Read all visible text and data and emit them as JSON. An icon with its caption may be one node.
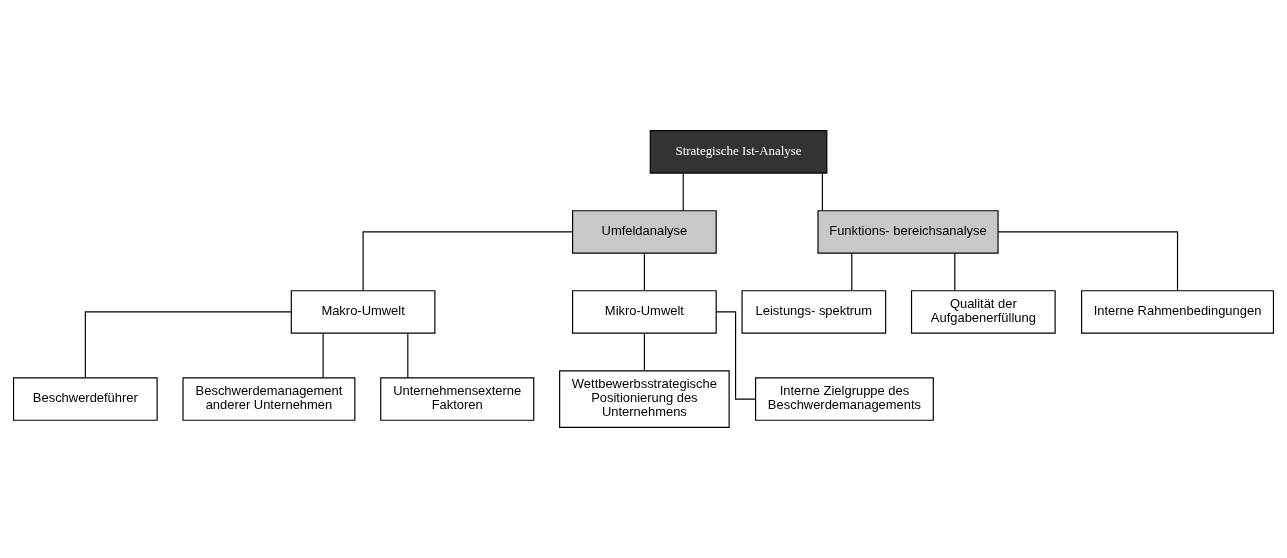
{
  "diagram": {
    "nodes": [
      {
        "text": [
          "Strategische Ist-Analyse"
        ]
      },
      {
        "text": [
          "Umfeldanalyse"
        ]
      },
      {
        "text": [
          "Funktions- bereichsanalyse"
        ]
      },
      {
        "text": [
          "Makro-Umwelt"
        ]
      },
      {
        "text": [
          "Mikro-Umwelt"
        ]
      },
      {
        "text": [
          "Leistungs- spektrum"
        ]
      },
      {
        "text": [
          "Qualität der Aufgabenerfüllung"
        ]
      },
      {
        "text": [
          "Interne Rahmenbedingungen"
        ]
      },
      {
        "text": [
          "Beschwerdeführer"
        ]
      },
      {
        "text": [
          "Beschwerdemanagement anderer Unternehmen"
        ]
      },
      {
        "text": [
          "Unternehmensexterne Faktoren"
        ]
      },
      {
        "text": [
          "Wettbewerbsstrategische Positionierung des Unternehmens"
        ]
      },
      {
        "text": [
          "Interne Zielgruppe des Beschwerdemanagements"
        ]
      }
    ],
    "edges": [
      {
        "from": 0,
        "to": 1,
        "arrow": "none"
      },
      {
        "from": 0,
        "to": 2,
        "arrow": "none"
      },
      {
        "from": 1,
        "to": 3,
        "arrow": "none"
      },
      {
        "from": 1,
        "to": 4,
        "arrow": "none"
      },
      {
        "from": 2,
        "to": 5,
        "arrow": "none"
      },
      {
        "from": 2,
        "to": 6,
        "arrow": "none"
      },
      {
        "from": 2,
        "to": 7,
        "arrow": "none"
      },
      {
        "from": 3,
        "to": 8,
        "arrow": "none"
      },
      {
        "from": 3,
        "to": 9,
        "arrow": "none"
      },
      {
        "from": 3,
        "to": 10,
        "arrow": "none"
      },
      {
        "from": 4,
        "to": 11,
        "arrow": "none"
      },
      {
        "from": 4,
        "to": 12,
        "arrow": "none"
      }
    ]
  }
}
